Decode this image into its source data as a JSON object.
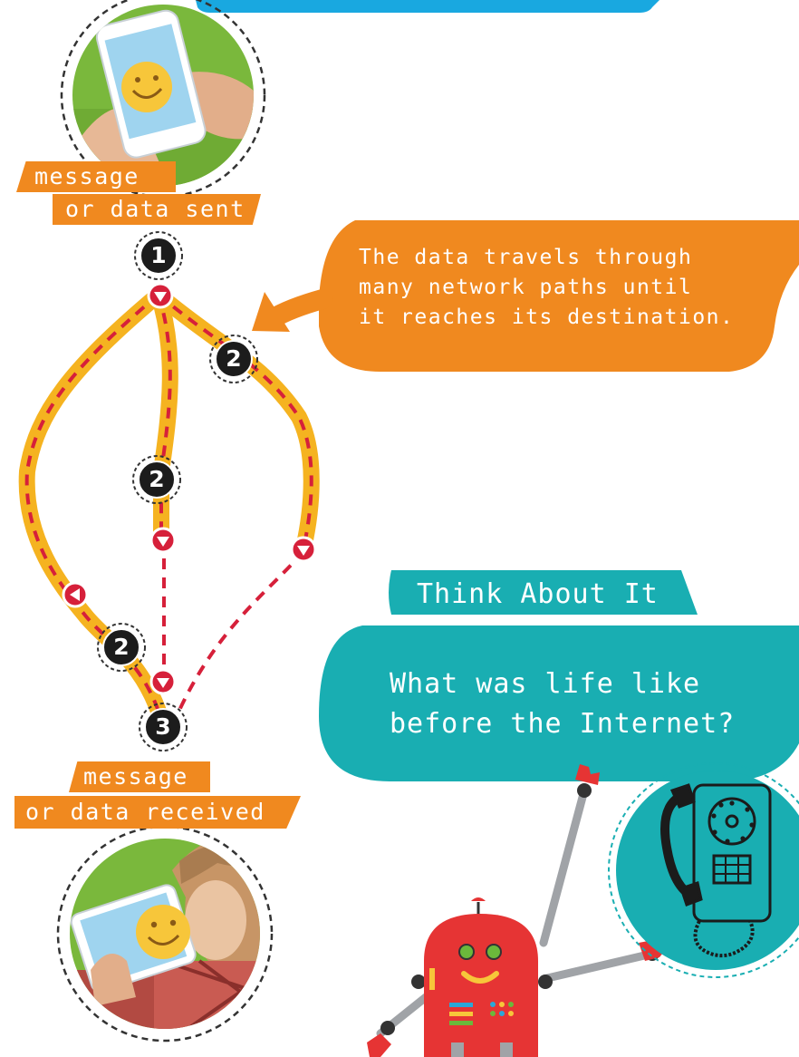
{
  "sender": {
    "label_line1": "message",
    "label_line2": "or data sent"
  },
  "receiver": {
    "label_line1": "message",
    "label_line2": "or data received"
  },
  "steps": {
    "start": "1",
    "route_a": "2",
    "route_b": "2",
    "route_c": "2",
    "end": "3"
  },
  "callout": {
    "lines": [
      "The data travels through",
      "many network paths until",
      "it reaches its destination."
    ]
  },
  "think_about_it": {
    "heading": "Think About It",
    "question_line1": "What was life like",
    "question_line2": "before the Internet?"
  },
  "colors": {
    "orange": "#f0891f",
    "teal": "#19aeb2",
    "path_yellow": "#f5b320",
    "path_dash": "#d6203a",
    "robot_red": "#e63434",
    "green": "#74b93a"
  }
}
